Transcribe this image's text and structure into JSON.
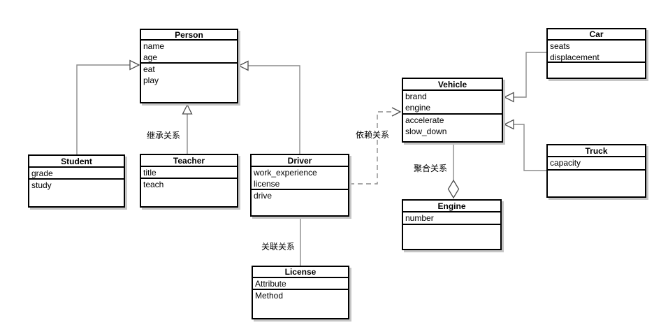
{
  "diagram": {
    "type": "uml-class-diagram",
    "classes": {
      "person": {
        "title": "Person",
        "attributes": [
          "name",
          "age"
        ],
        "methods": [
          "eat",
          "play"
        ]
      },
      "student": {
        "title": "Student",
        "attributes": [
          "grade"
        ],
        "methods": [
          "study"
        ]
      },
      "teacher": {
        "title": "Teacher",
        "attributes": [
          "title"
        ],
        "methods": [
          "teach"
        ]
      },
      "driver": {
        "title": "Driver",
        "attributes": [
          "work_experience",
          "license"
        ],
        "methods": [
          "drive"
        ]
      },
      "license": {
        "title": "License",
        "attributes": [
          "Attribute"
        ],
        "methods": [
          "Method"
        ]
      },
      "vehicle": {
        "title": "Vehicle",
        "attributes": [
          "brand",
          "engine"
        ],
        "methods": [
          "accelerate",
          "slow_down"
        ]
      },
      "car": {
        "title": "Car",
        "attributes": [
          "seats",
          "displacement"
        ],
        "methods": []
      },
      "truck": {
        "title": "Truck",
        "attributes": [
          "capacity"
        ],
        "methods": []
      },
      "engine": {
        "title": "Engine",
        "attributes": [
          "number"
        ],
        "methods": []
      }
    },
    "edge_labels": {
      "inheritance": "继承关系",
      "dependency": "依赖关系",
      "association": "关联关系",
      "aggregation": "聚合关系"
    },
    "edges": [
      {
        "from": "Student",
        "to": "Person",
        "type": "inheritance"
      },
      {
        "from": "Teacher",
        "to": "Person",
        "type": "inheritance"
      },
      {
        "from": "Driver",
        "to": "Person",
        "type": "inheritance"
      },
      {
        "from": "Driver",
        "to": "Vehicle",
        "type": "dependency"
      },
      {
        "from": "Driver",
        "to": "License",
        "type": "association"
      },
      {
        "from": "Vehicle",
        "to": "Engine",
        "type": "aggregation"
      },
      {
        "from": "Car",
        "to": "Vehicle",
        "type": "inheritance"
      },
      {
        "from": "Truck",
        "to": "Vehicle",
        "type": "inheritance"
      }
    ],
    "colors": {
      "box_border": "#000000",
      "box_fill": "#ffffff",
      "line": "#8c8c8c",
      "arrow_stroke": "#4d4d4d",
      "shadow": "#c6c6c6",
      "text": "#000000"
    }
  }
}
